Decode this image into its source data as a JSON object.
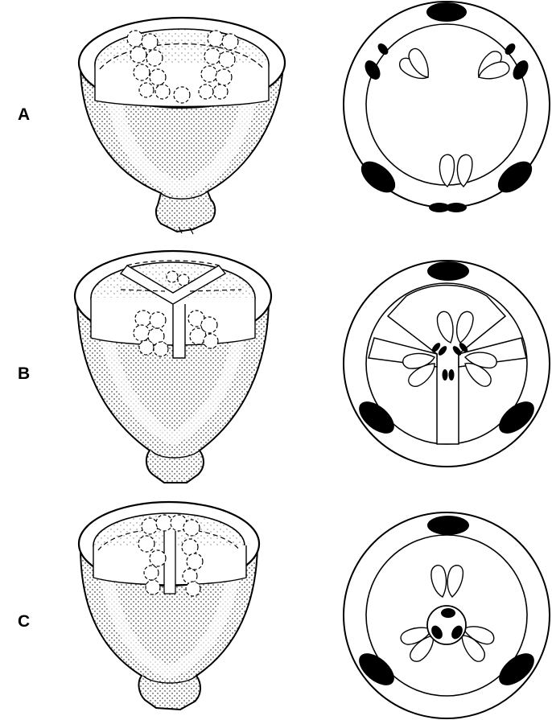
{
  "rows": [
    {
      "label": "A"
    },
    {
      "label": "B"
    },
    {
      "label": "C"
    }
  ],
  "colors": {
    "ink": "#000000",
    "paper": "#ffffff"
  }
}
